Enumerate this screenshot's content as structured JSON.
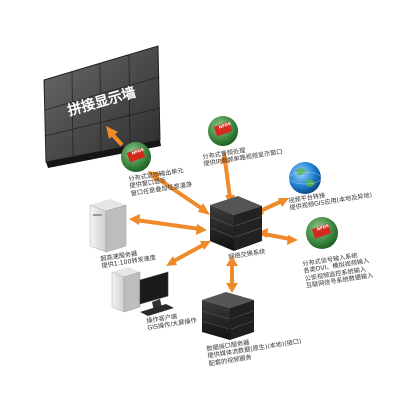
{
  "wall": {
    "title": "拼接显示墙"
  },
  "nodes": {
    "chip_label": "NPDS",
    "hub": "网络交换系统",
    "wall_processor": "分布式显示输出单元\n提供窗口显示\n窗口任意叠加任意漫游",
    "top_processor": "分布式音频处理\n提供IP音频单路视频显示窗口",
    "globe": "视频平台转接\n提供视频GIS应用(本地及异地)",
    "right_processor": "分布式信号输入系统\n各类DVI、模拟视频输入\n公安视频监控系统输入\n互联网信号系统数据输入",
    "server": "超高速服务器\n提供1:100转发速度",
    "pc": "操作客户端\nGIS操作/大屏操作",
    "bottom_server": "数据接口服务器\n提供媒体流数据(原生)(本地)(接口)\n配套的视频服务"
  },
  "colors": {
    "arrow": "#ee8a2a",
    "chip": "#d42a1e",
    "board": "#3c8a3a"
  }
}
